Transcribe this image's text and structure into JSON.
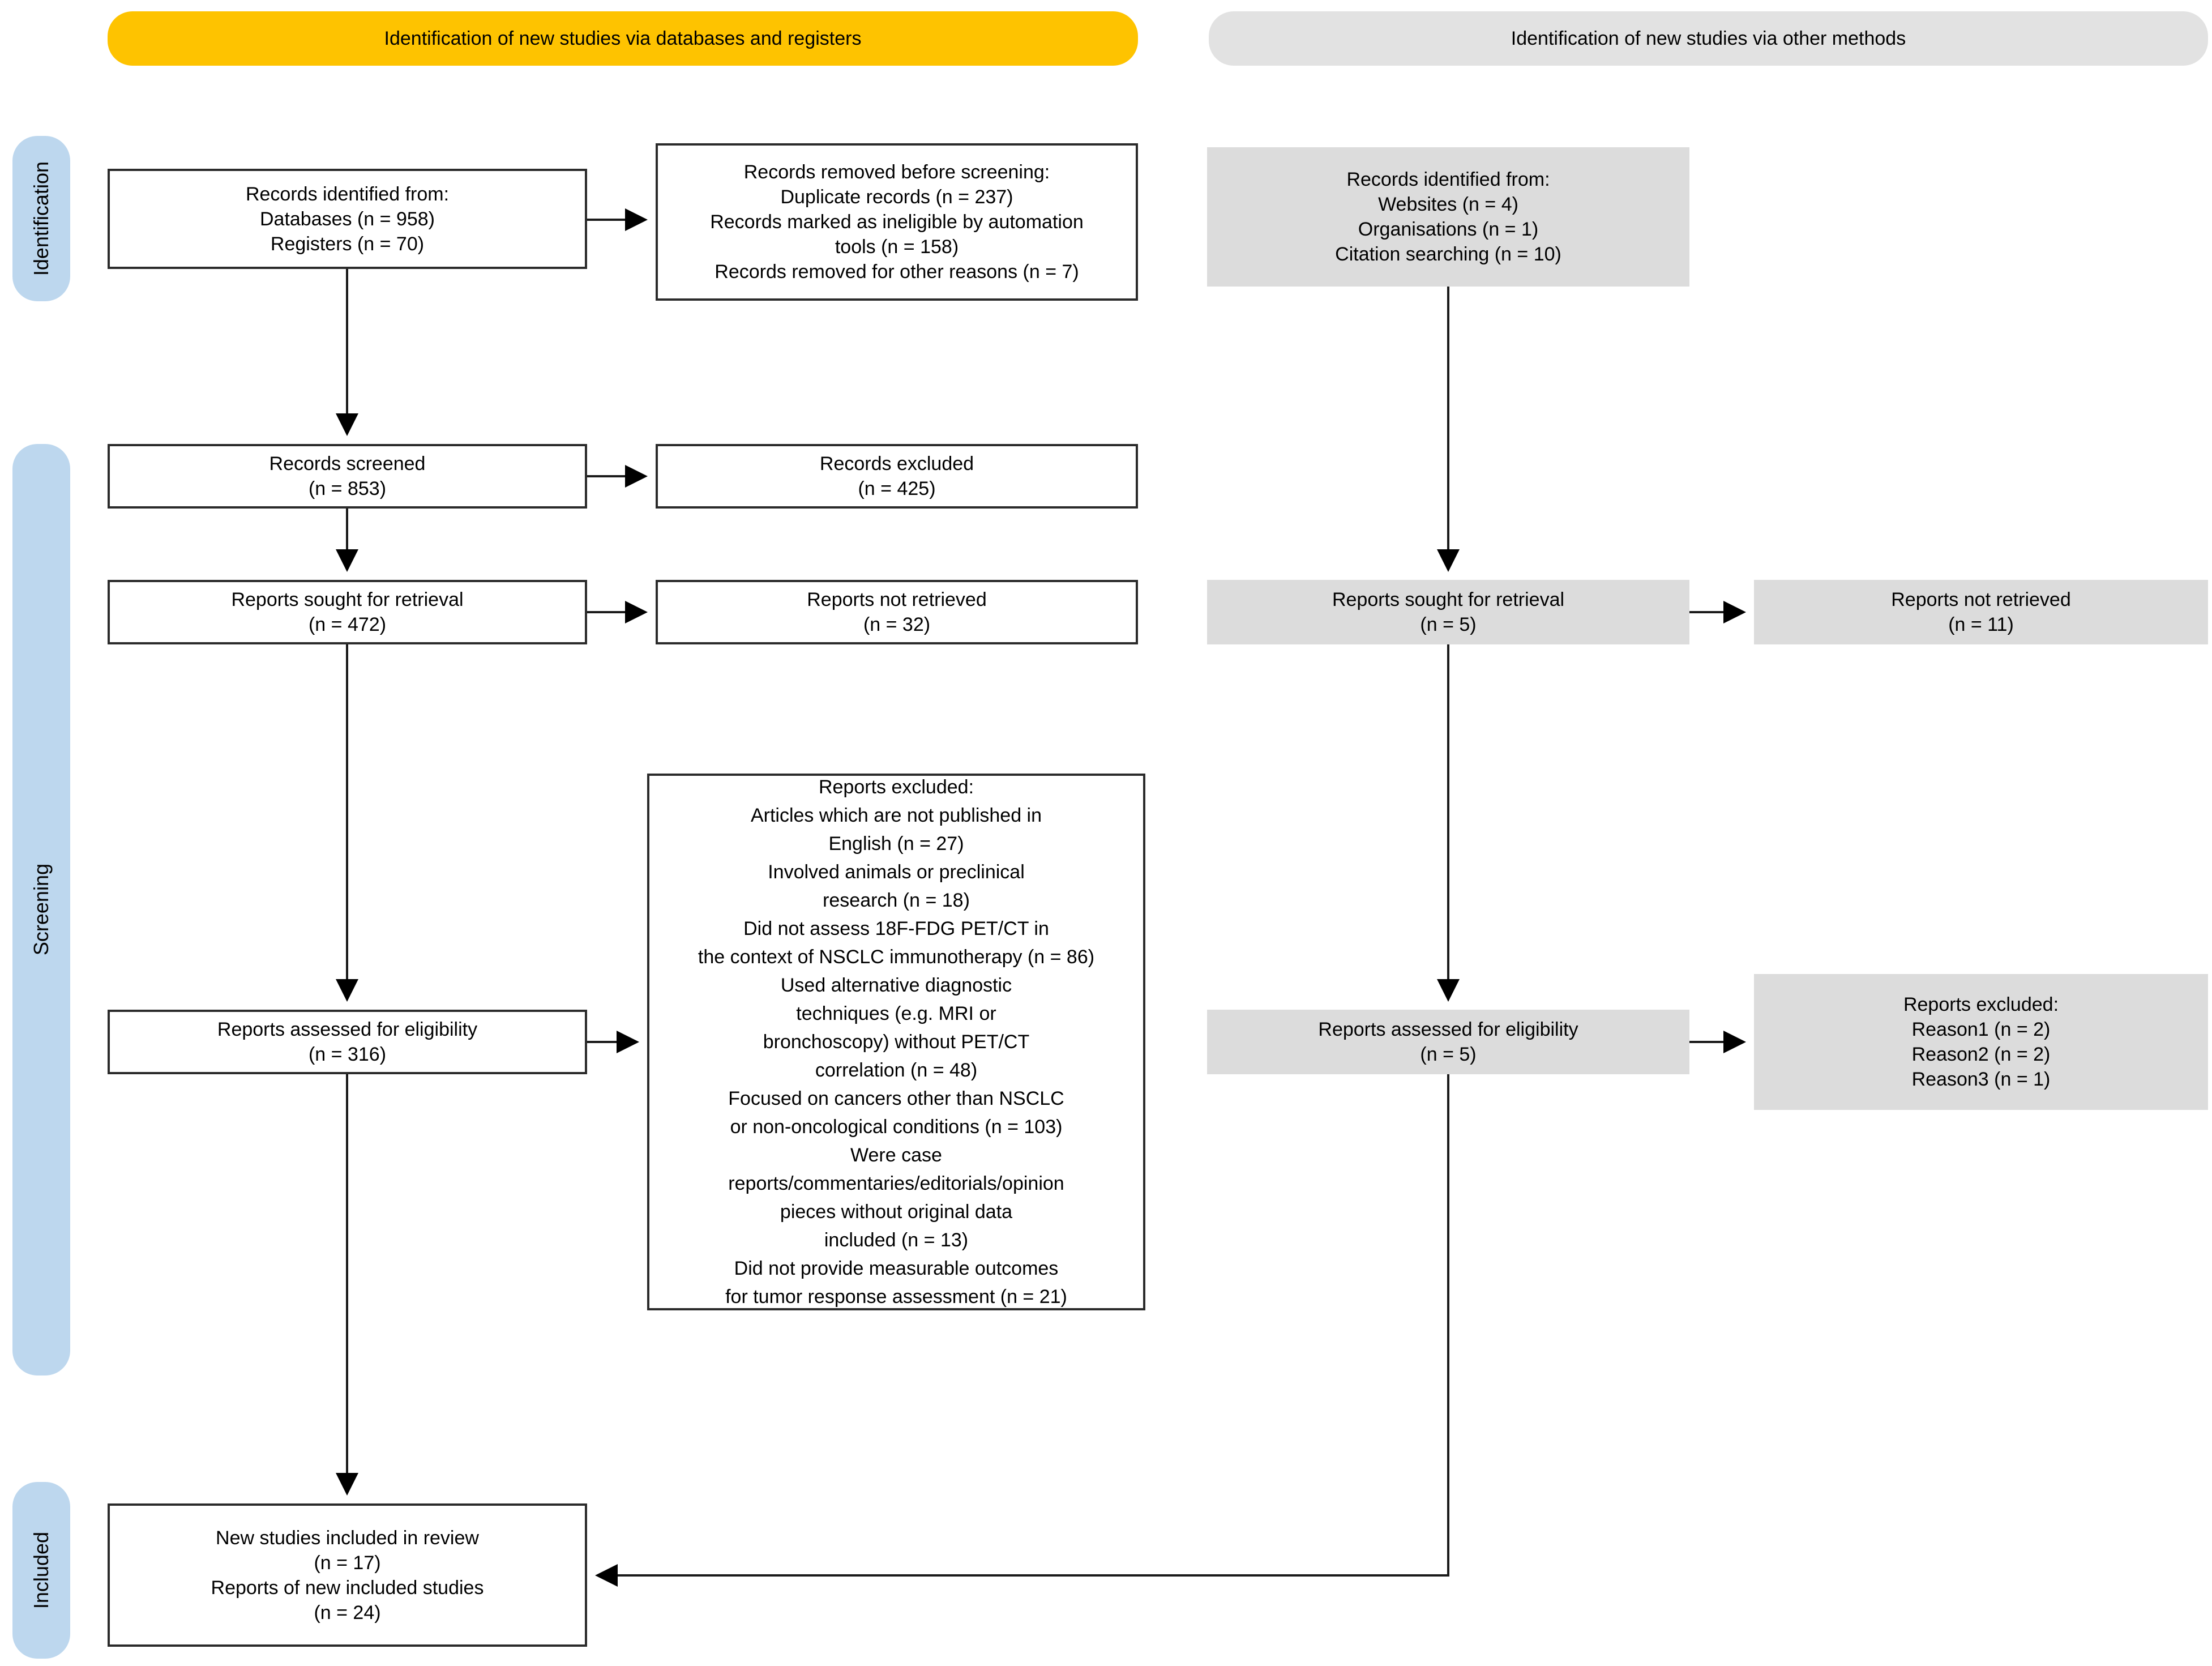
{
  "headers": {
    "databases": "Identification of new studies via databases and registers",
    "other": "Identification of new studies via other methods"
  },
  "stages": {
    "identification": "Identification",
    "screening": "Screening",
    "included": "Included"
  },
  "colors": {
    "header_yellow": "#fec300",
    "header_gray": "#e2e2e2",
    "stage_blue": "#bdd7ee",
    "box_gray": "#dcdcdc",
    "line_black": "#1a1a1a"
  },
  "boxes": {
    "records_identified_db": {
      "lines": [
        "Records identified from:",
        "Databases (n = 958)",
        "Registers (n = 70)"
      ]
    },
    "records_removed": {
      "lines": [
        "Records removed before screening:",
        "Duplicate records (n = 237)",
        "Records marked as ineligible by automation",
        "tools (n = 158)",
        "Records removed for other reasons (n = 7)"
      ]
    },
    "records_identified_other": {
      "lines": [
        "Records identified from:",
        "Websites (n = 4)",
        "Organisations (n = 1)",
        "Citation searching (n = 10)"
      ]
    },
    "records_screened": {
      "lines": [
        "Records screened",
        "(n = 853)"
      ]
    },
    "records_excluded": {
      "lines": [
        "Records excluded",
        "(n = 425)"
      ]
    },
    "reports_sought_db": {
      "lines": [
        "Reports sought for retrieval",
        "(n = 472)"
      ]
    },
    "reports_not_retrieved_db": {
      "lines": [
        "Reports not retrieved",
        "(n = 32)"
      ]
    },
    "reports_sought_other": {
      "lines": [
        "Reports sought for retrieval",
        "(n = 5)"
      ]
    },
    "reports_not_retrieved_other": {
      "lines": [
        "Reports not retrieved",
        "(n = 11)"
      ]
    },
    "reports_excluded_db": {
      "lines": [
        "Reports excluded:",
        "Articles which are not published in",
        "English (n = 27)",
        "Involved animals or preclinical",
        "research (n = 18)",
        "Did not assess 18F-FDG PET/CT in",
        "the context of NSCLC immunotherapy (n = 86)",
        "Used alternative diagnostic",
        "techniques (e.g. MRI or",
        "bronchoscopy) without PET/CT",
        "correlation (n = 48)",
        "Focused on cancers other than NSCLC",
        "or non-oncological conditions (n = 103)",
        "Were case",
        "reports/commentaries/editorials/opinion",
        "pieces without original data",
        "included (n = 13)",
        "Did not provide measurable outcomes",
        "for tumor response assessment (n = 21)"
      ]
    },
    "reports_assessed_db": {
      "lines": [
        "Reports assessed for eligibility",
        "(n = 316)"
      ]
    },
    "reports_assessed_other": {
      "lines": [
        "Reports assessed for eligibility",
        "(n = 5)"
      ]
    },
    "reports_excluded_other": {
      "lines": [
        "Reports excluded:",
        "Reason1 (n = 2)",
        "Reason2 (n = 2)",
        "Reason3 (n = 1)"
      ]
    },
    "included_studies": {
      "lines": [
        "New studies included in review",
        "(n = 17)",
        "Reports of new included studies",
        "(n = 24)"
      ]
    }
  }
}
